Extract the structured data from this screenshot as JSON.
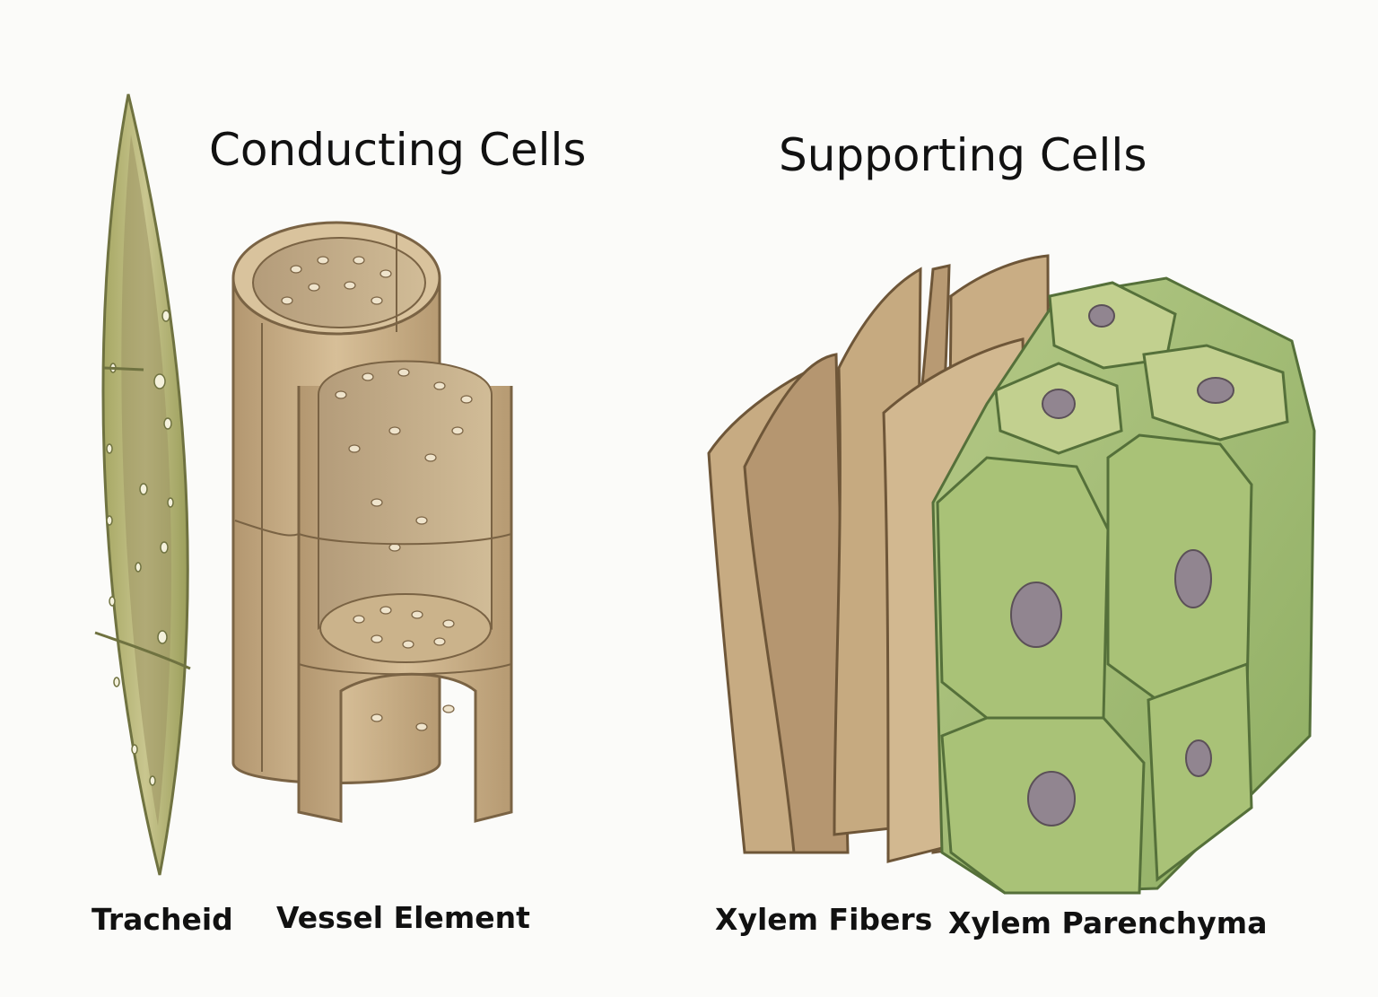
{
  "headings": {
    "conducting": "Conducting Cells",
    "supporting": "Supporting Cells"
  },
  "labels": {
    "tracheid": "Tracheid",
    "vessel_element": "Vessel Element",
    "xylem_fibers": "Xylem Fibers",
    "xylem_parenchyma": "Xylem Parenchyma"
  },
  "colors": {
    "tracheid_wall": "#b8bc72",
    "vessel_wall": "#c9ad84",
    "fiber_wall": "#b99a74",
    "parenchyma_wall": "#9fbb6f",
    "nucleus": "#8a7f86"
  }
}
